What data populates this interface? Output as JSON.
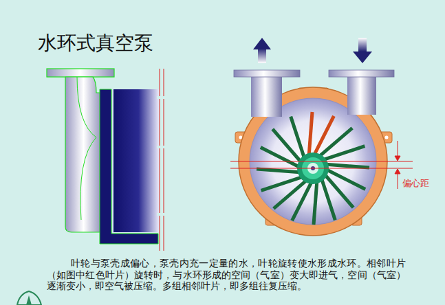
{
  "diagram": {
    "title": "水环式真空泵",
    "caption": "叶轮与泵壳成偏心，泵壳内充一定量的水，叶轮旋转使水形成水环。相邻叶片（如图中红色叶片）旋转时，与水环形成的空间（气室）变大即进气，空间（气室）逐渐变小，即空气被压缩。多组相邻叶片，即多组往复压缩。",
    "labels": [
      "偏心距"
    ]
  }
}
